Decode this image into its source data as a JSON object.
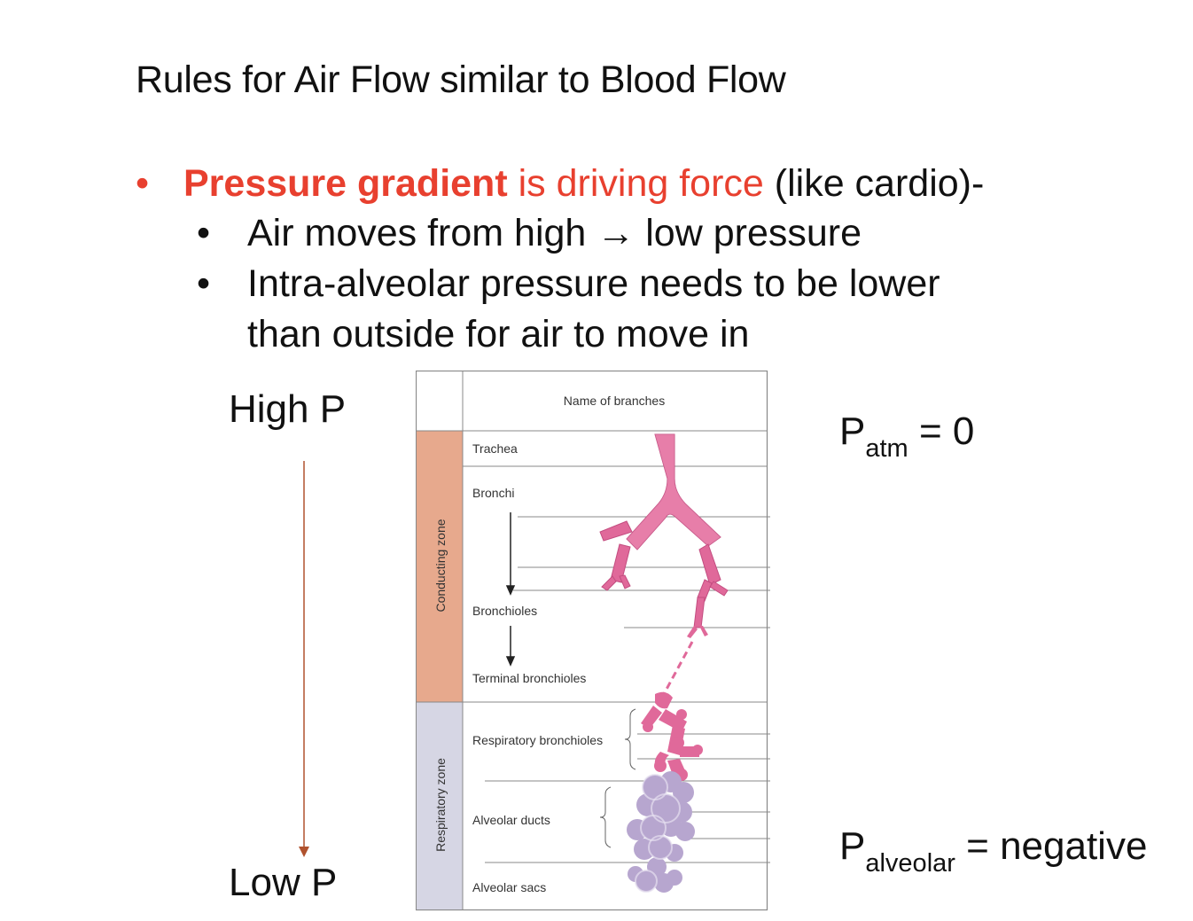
{
  "title": "Rules for Air Flow similar to Blood Flow",
  "bullet1": {
    "bold_red": "Pressure gradient",
    "red": " is driving force",
    "plain": " (like cardio)-"
  },
  "bullet2": {
    "before_arrow": "Air moves from high ",
    "arrow": "→",
    "after_arrow": " low pressure"
  },
  "bullet3": {
    "line1": "Intra-alveolar pressure needs to be lower",
    "line2": "than outside for air to move in"
  },
  "pressure_axis": {
    "high_label": "High P",
    "low_label": "Low P",
    "arrow_color": "#b0522e"
  },
  "patm": {
    "symbol": "P",
    "subscript": "atm",
    "value": "= 0"
  },
  "palveolar": {
    "symbol": "P",
    "subscript": "alveolar",
    "value": "= negative"
  },
  "diagram": {
    "header": "Name of branches",
    "zones": [
      {
        "label": "Conducting zone",
        "color": "#e7a98d"
      },
      {
        "label": "Respiratory zone",
        "color": "#d6d6e4"
      }
    ],
    "branches": [
      "Trachea",
      "Bronchi",
      "Bronchioles",
      "Terminal bronchioles",
      "Respiratory bronchioles",
      "Alveolar ducts",
      "Alveolar sacs"
    ],
    "airway_color": "#e0699a",
    "alveoli_color": "#b7a6cf"
  }
}
